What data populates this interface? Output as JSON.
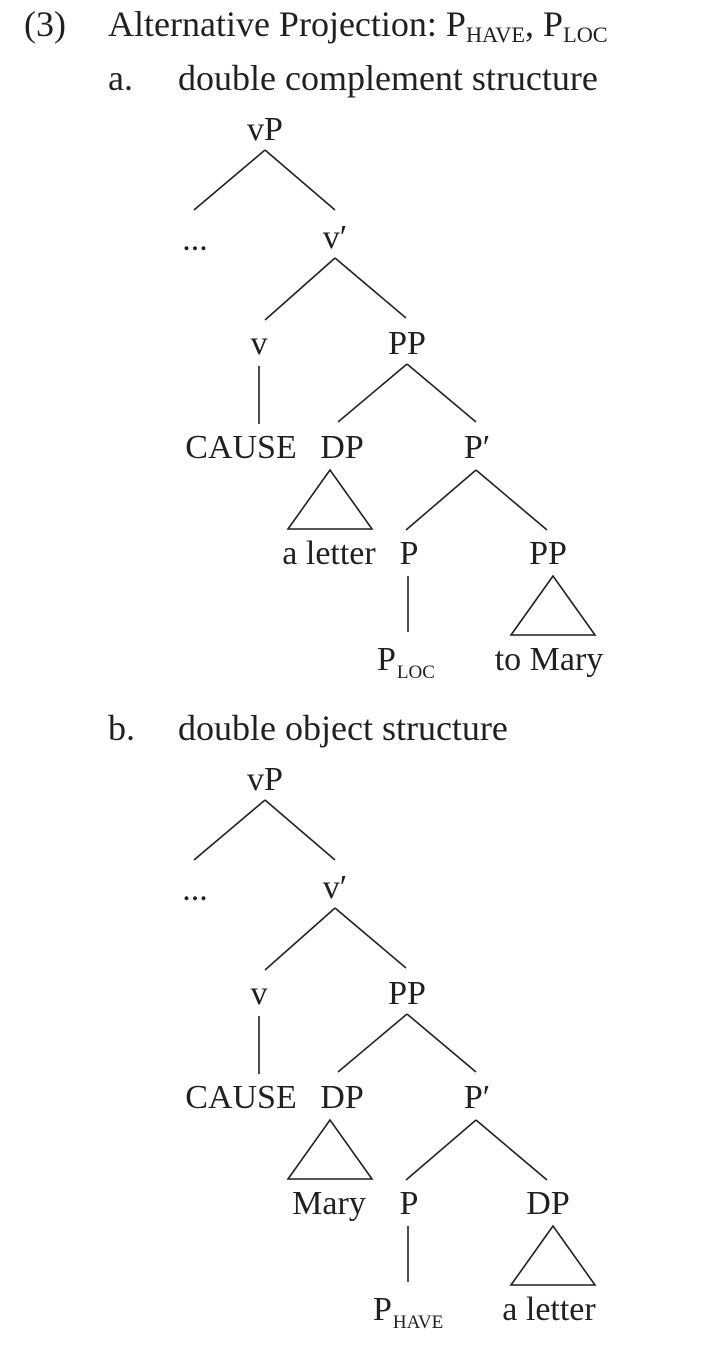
{
  "example": {
    "number": "(3)",
    "title_main": "Alternative Projection: P",
    "title_sub1": "HAVE",
    "title_sep": ", P",
    "title_sub2": "LOC"
  },
  "trees": [
    {
      "letter": "a.",
      "title": "double complement structure",
      "nodes": {
        "root": "vP",
        "spec": "...",
        "vbar": "v′",
        "v": "v",
        "cause": "CAUSE",
        "pp": "PP",
        "dp": "DP",
        "dp_content": "a letter",
        "pbar": "P′",
        "p": "P",
        "p_head_main": "P",
        "p_head_sub": "LOC",
        "comp_label": "PP",
        "comp_content": "to Mary"
      }
    },
    {
      "letter": "b.",
      "title": "double object structure",
      "nodes": {
        "root": "vP",
        "spec": "...",
        "vbar": "v′",
        "v": "v",
        "cause": "CAUSE",
        "pp": "PP",
        "dp": "DP",
        "dp_content": "Mary",
        "pbar": "P′",
        "p": "P",
        "p_head_main": "P",
        "p_head_sub": "HAVE",
        "comp_label": "DP",
        "comp_content": "a letter"
      }
    }
  ]
}
